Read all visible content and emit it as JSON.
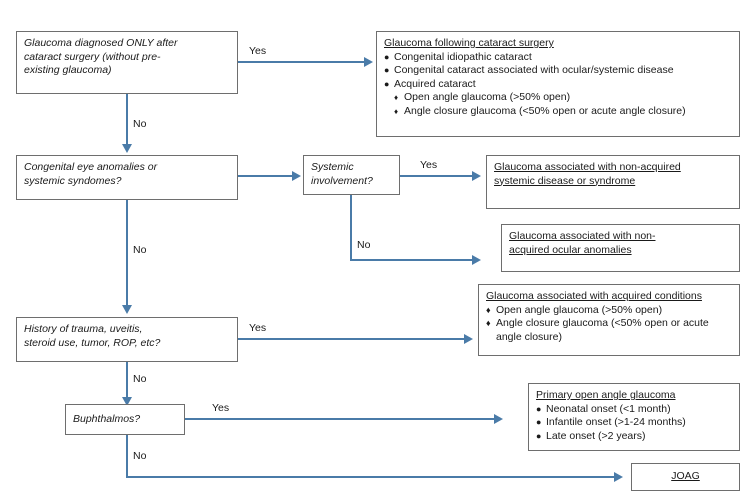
{
  "diagram": {
    "title": "Childhood glaucoma classification flowchart",
    "accent_color": "#4a7ba8",
    "box_border_color": "#6e6e6e",
    "background_color": "#ffffff",
    "text_color": "#1a1a1a"
  },
  "questions": {
    "q1": {
      "line1": "Glaucoma diagnosed  ONLY after",
      "line2": "cataract surgery (without pre-",
      "line3": "existing glaucoma)"
    },
    "q2": {
      "line1": "Congenital eye anomalies or",
      "line2": "systemic syndomes?"
    },
    "q3": {
      "line1": "Systemic",
      "line2": "involvement?"
    },
    "q4": {
      "line1": "History of trauma, uveitis,",
      "line2": "steroid use, tumor, ROP, etc?"
    },
    "q5": {
      "line1": "Buphthalmos?"
    }
  },
  "outcomes": {
    "cataract_surgery": {
      "heading": "Glaucoma following cataract surgery",
      "bullets": [
        "Congenital idiopathic cataract",
        "Congenital cataract associated with ocular/systemic disease",
        "Acquired cataract"
      ],
      "sub_bullets": [
        "Open angle glaucoma (>50% open)",
        "Angle closure glaucoma (<50% open or acute angle closure)"
      ]
    },
    "non_acquired_systemic": {
      "line1": "Glaucoma associated with non-acquired",
      "line2": "systemic disease or syndrome"
    },
    "non_acquired_ocular": {
      "line1": "Glaucoma associated with non-",
      "line2": "acquired ocular anomalies"
    },
    "acquired_conditions": {
      "heading": "Glaucoma associated with acquired conditions",
      "bullets": [
        "Open angle glaucoma (>50% open)",
        "Angle closure glaucoma (<50% open or acute angle closure)"
      ]
    },
    "poag": {
      "heading": "Primary open angle glaucoma",
      "bullets": [
        "Neonatal onset (<1 month)",
        "Infantile onset (>1-24 months)",
        "Late onset (>2 years)"
      ]
    },
    "joag": {
      "label": "JOAG"
    }
  },
  "edge_labels": {
    "yes1": "Yes",
    "no1": "No",
    "yes2": "Yes",
    "no2": "No",
    "yes3": "Yes",
    "no3": "No",
    "yes4": "Yes",
    "no4": "No",
    "yes5": "Yes",
    "no5": "No"
  },
  "glyphs": {
    "bullet_round": "●",
    "bullet_diamond": "♦"
  }
}
